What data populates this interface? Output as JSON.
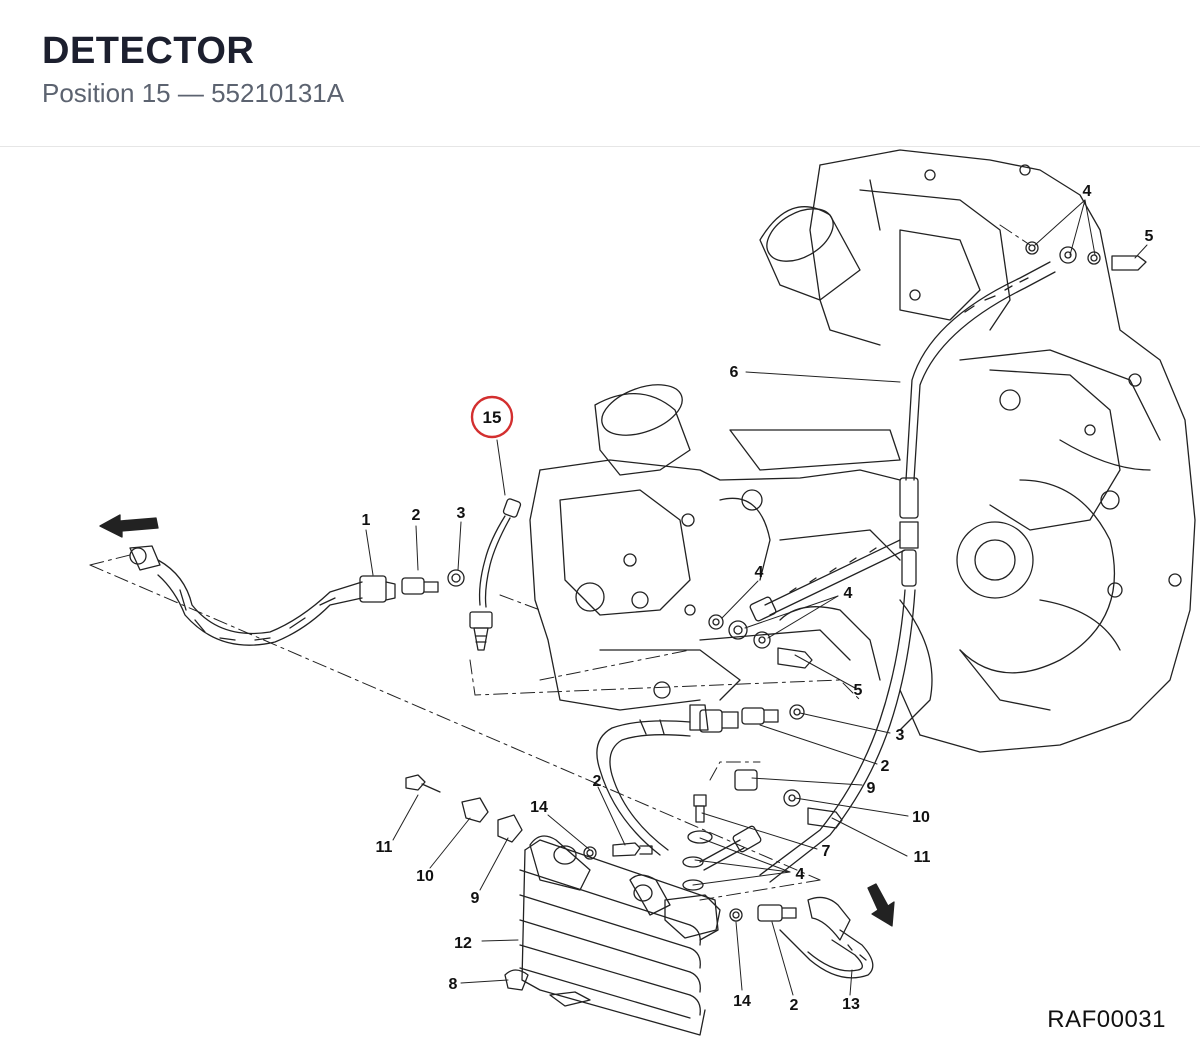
{
  "header": {
    "title": "DETECTOR",
    "subtitle": "Position 15 — 55210131A"
  },
  "diagram": {
    "drawing_code": "RAF00031",
    "highlight_color": "#d32f2f",
    "highlighted_label": "15",
    "part_labels": [
      "1",
      "2",
      "3",
      "4",
      "5",
      "6",
      "4",
      "4",
      "5",
      "3",
      "2",
      "9",
      "10",
      "11",
      "7",
      "4",
      "2",
      "14",
      "11",
      "10",
      "9",
      "12",
      "8",
      "14",
      "2",
      "13"
    ]
  }
}
